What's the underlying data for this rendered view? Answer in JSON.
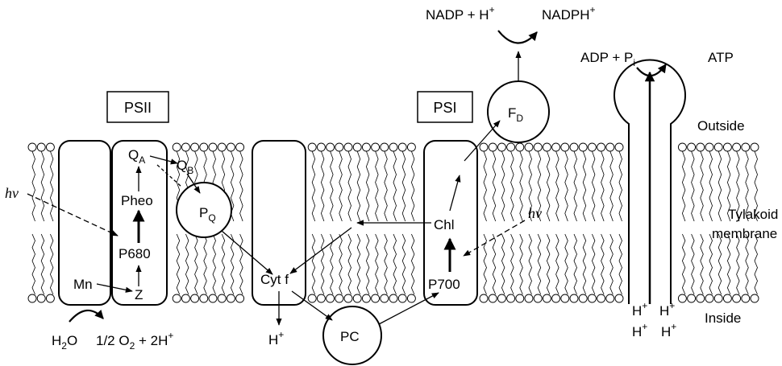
{
  "labels": {
    "psii_box": "PSII",
    "psi_box": "PSI",
    "qa": "Q",
    "qa_sub": "A",
    "qb": "Q",
    "qb_sub": "B",
    "pheo": "Pheo",
    "p680": "P680",
    "mn": "Mn",
    "z": "Z",
    "pq": "P",
    "pq_sub": "Q",
    "cytf": "Cyt f",
    "pc": "PC",
    "chl": "Chl",
    "p700": "P700",
    "fd": "F",
    "fd_sub": "D",
    "hv_left": "hν",
    "hv_right": "hν",
    "h2o": "H",
    "h2o_sub": "2",
    "h2o_end": "O",
    "o2_pre": "1/2 O",
    "o2_sub": "2",
    "o2_post": " + 2H",
    "plus_sup": "+",
    "h_cyt": "H",
    "nadp": "NADP + H",
    "nadph": "NADPH",
    "adp": "ADP + P",
    "adp_sub": "i",
    "atp": "ATP",
    "outside": "Outside",
    "tylakoid": "Tylakoid",
    "membrane": "membrane",
    "inside": "Inside",
    "h_ion": "H"
  }
}
